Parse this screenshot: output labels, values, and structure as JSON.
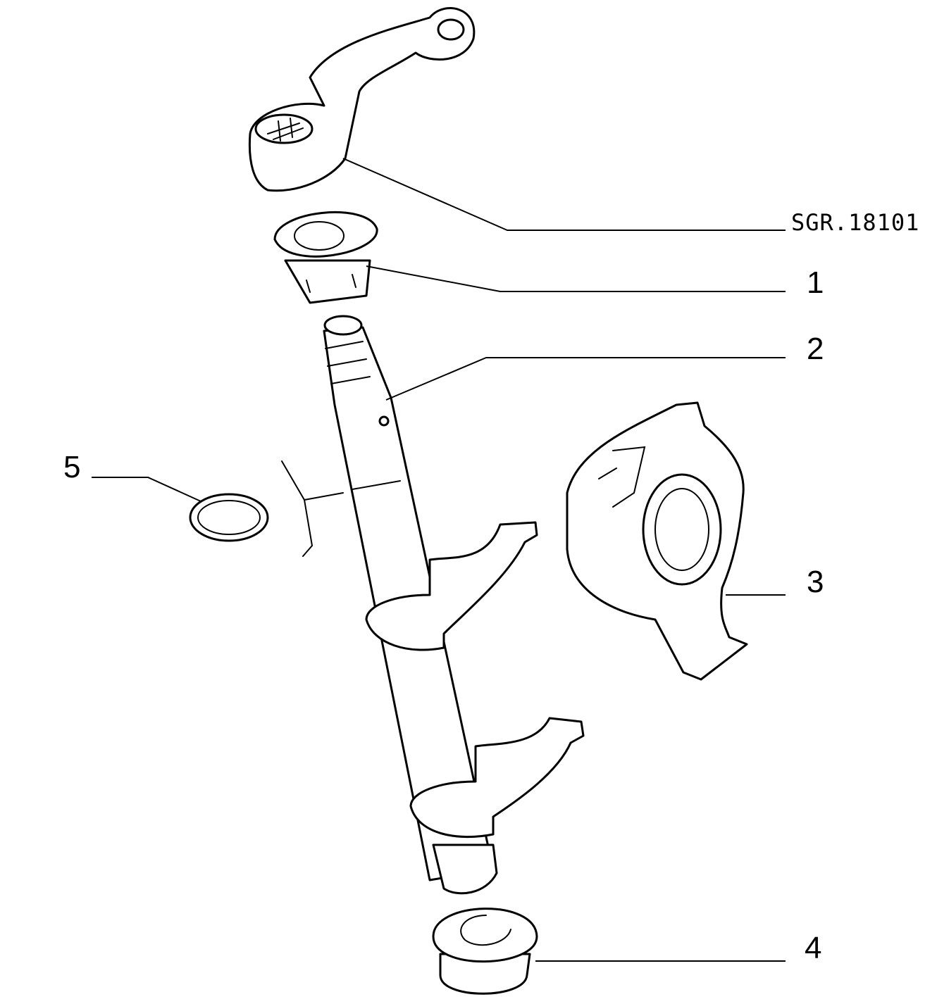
{
  "diagram": {
    "reference_code": "SGR.18101",
    "callouts": [
      "1",
      "2",
      "3",
      "4",
      "5"
    ],
    "parts": [
      "lever-arm",
      "upper-bushing",
      "selector-shaft",
      "release-bearing",
      "lower-bushing",
      "o-ring"
    ]
  }
}
